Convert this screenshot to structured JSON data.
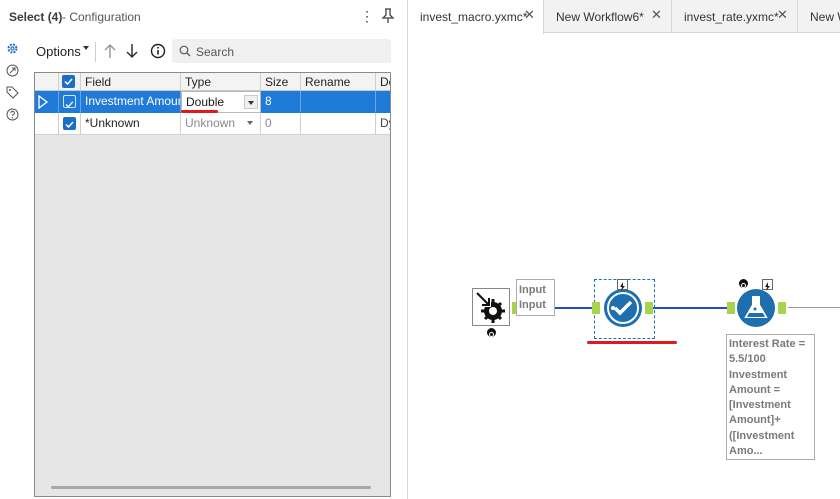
{
  "config": {
    "title": "Select (4)",
    "subtitle": "- Configuration",
    "menu_glyph": "⋮",
    "toolbar": {
      "options_label": "Options",
      "search_placeholder": "Search"
    },
    "grid": {
      "headers": [
        "Field",
        "Type",
        "Size",
        "Rename",
        "De"
      ],
      "rows": [
        {
          "field": "Investment Amount",
          "type": "Double",
          "size": "8",
          "rename": "",
          "desc": ""
        },
        {
          "field": "*Unknown",
          "type": "Unknown",
          "size": "0",
          "rename": "",
          "desc": "Dy"
        }
      ]
    }
  },
  "tabs": [
    {
      "label": "invest_macro.yxmc*",
      "active": true
    },
    {
      "label": "New Workflow6*",
      "active": false
    },
    {
      "label": "invest_rate.yxmc*",
      "active": false
    },
    {
      "label": "New W",
      "active": false
    }
  ],
  "canvas": {
    "input_label": "Input\nInput",
    "annotation": "Interest Rate =\n5.5/100\nInvestment\nAmount =\n[Investment\nAmount]+\n([Investment\nAmo..."
  },
  "colors": {
    "accent": "#1f7ad8",
    "connector": "#2f47c9",
    "anchor": "#a6d44d",
    "highlight_red": "#e0191d"
  }
}
